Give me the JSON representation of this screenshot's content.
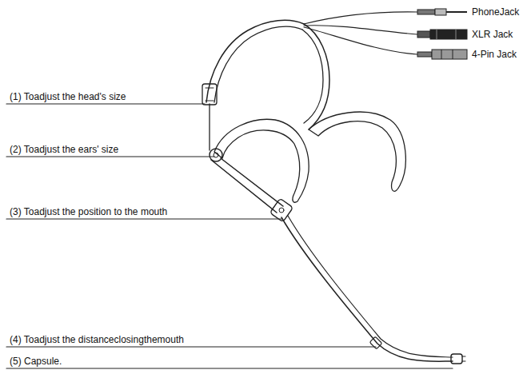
{
  "diagram": {
    "labels": [
      "PhoneJack",
      "XLR Jack",
      "4-Pin Jack",
      "(1) Toadjust the head's size",
      "(2) Toadjust the ears' size",
      "(3) Toadjust the position to the mouth",
      "(4) Toadjust the distanceclosingthemouth",
      "(5) Capsule."
    ]
  }
}
